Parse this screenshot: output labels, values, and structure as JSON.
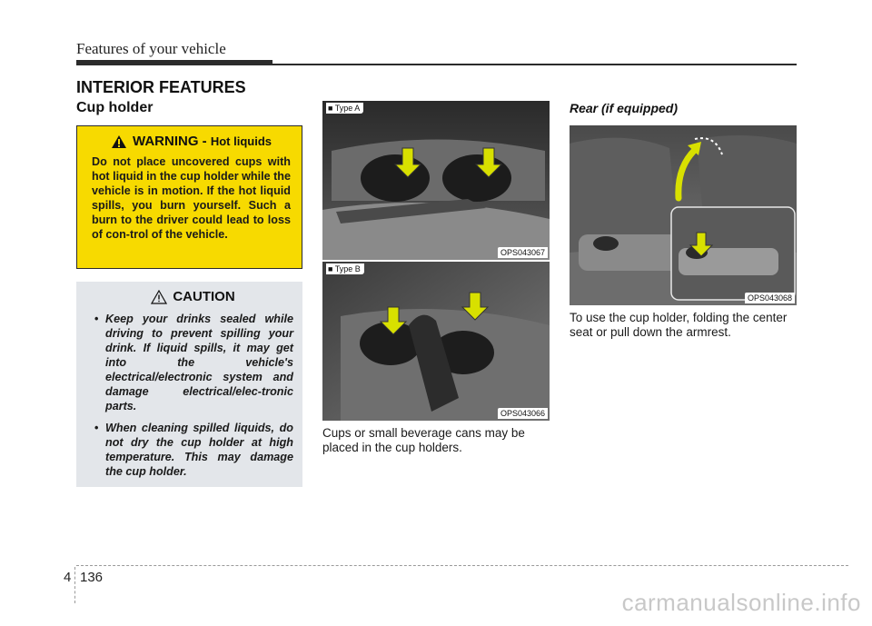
{
  "header": {
    "title": "Features of your vehicle"
  },
  "section": {
    "title": "INTERIOR FEATURES",
    "subtitle": "Cup holder"
  },
  "warning": {
    "heading": "WARNING - ",
    "subheading": "Hot liquids",
    "body": "Do not place uncovered cups with hot liquid in the cup holder while the vehicle is in motion. If the hot liquid spills, you burn yourself. Such a burn to the driver could lead to loss of con-trol of the vehicle."
  },
  "caution": {
    "heading": "CAUTION",
    "items": [
      "Keep your drinks sealed while driving to prevent spilling your drink. If liquid spills, it may get into the vehicle's electrical/electronic system and damage electrical/elec-tronic parts.",
      "When cleaning spilled liquids, do not dry the cup holder at high temperature. This may damage the cup holder."
    ]
  },
  "images": [
    {
      "type_label": "■ Type A",
      "code": "OPS043067"
    },
    {
      "type_label": "■ Type B",
      "code": "OPS043066"
    },
    {
      "code": "OPS043068"
    }
  ],
  "middle_text": "Cups or small beverage cans may be placed in the cup holders.",
  "rear": {
    "title": "Rear (if equipped)",
    "text": "To use the cup holder, folding the center seat or pull down the armrest."
  },
  "footer": {
    "chapter": "4",
    "page": "136",
    "watermark": "carmanualsonline.info"
  },
  "colors": {
    "warning_bg": "#f7da00",
    "caution_bg": "#e3e6ea",
    "arrow_fill": "#d8e000"
  }
}
